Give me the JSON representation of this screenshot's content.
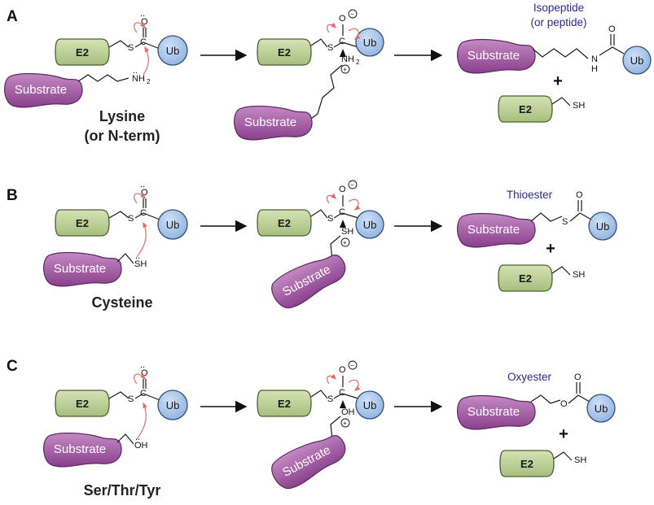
{
  "panels": [
    {
      "letter": "A",
      "nucleophile_label_line1": "Lysine",
      "nucleophile_label_line2": "(or N-term)",
      "nucleophile_atom": "NH",
      "nucleophile_sub": "2",
      "intermediate_atom": "NH",
      "intermediate_sub": "2",
      "product_label_line1": "Isopeptide",
      "product_label_line2": "(or peptide)",
      "product_atom": "N",
      "product_atom_h": "H"
    },
    {
      "letter": "B",
      "nucleophile_label_line1": "Cysteine",
      "nucleophile_label_line2": "",
      "nucleophile_atom": "SH",
      "nucleophile_sub": "",
      "intermediate_atom": "SH",
      "intermediate_sub": "",
      "product_label_line1": "Thioester",
      "product_label_line2": "",
      "product_atom": "S",
      "product_atom_h": ""
    },
    {
      "letter": "C",
      "nucleophile_label_line1": "Ser/Thr/Tyr",
      "nucleophile_label_line2": "",
      "nucleophile_atom": "OH",
      "nucleophile_sub": "",
      "intermediate_atom": "OH",
      "intermediate_sub": "",
      "product_label_line1": "Oxyester",
      "product_label_line2": "",
      "product_atom": "O",
      "product_atom_h": ""
    }
  ],
  "labels": {
    "e2": "E2",
    "ub": "Ub",
    "substrate": "Substrate",
    "sulfur": "S",
    "carbon": "C",
    "oxygen": "O",
    "thiol": "SH",
    "plus": "+",
    "lone_pair": "..",
    "minus": "−",
    "plus_charge": "+"
  },
  "colors": {
    "e2_fill": "#b9cf95",
    "ub_fill": "#a9c6ea",
    "substrate_fill": "#a861a8",
    "product_text": "#2d2a8f",
    "electron_arrow": "#e46a6a"
  }
}
